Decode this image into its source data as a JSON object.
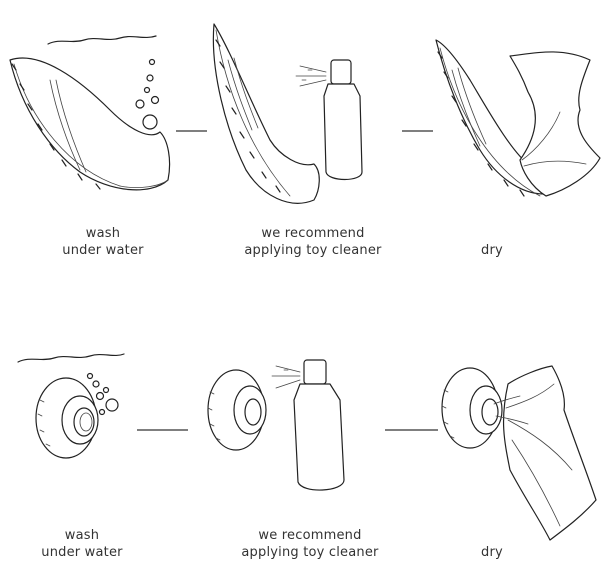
{
  "top_row": {
    "step1": {
      "line1": "wash",
      "line2": "under water"
    },
    "step2": {
      "line1": "we recommend",
      "line2": "applying toy cleaner"
    },
    "step3": {
      "line1": "dry"
    }
  },
  "bottom_row": {
    "step1": {
      "line1": "wash",
      "line2": "under water"
    },
    "step2": {
      "line1": "we recommend",
      "line2": "applying toy cleaner"
    },
    "step3": {
      "line1": "dry"
    }
  },
  "colors": {
    "ink": "#222222",
    "background": "#ffffff",
    "text": "#333333"
  }
}
